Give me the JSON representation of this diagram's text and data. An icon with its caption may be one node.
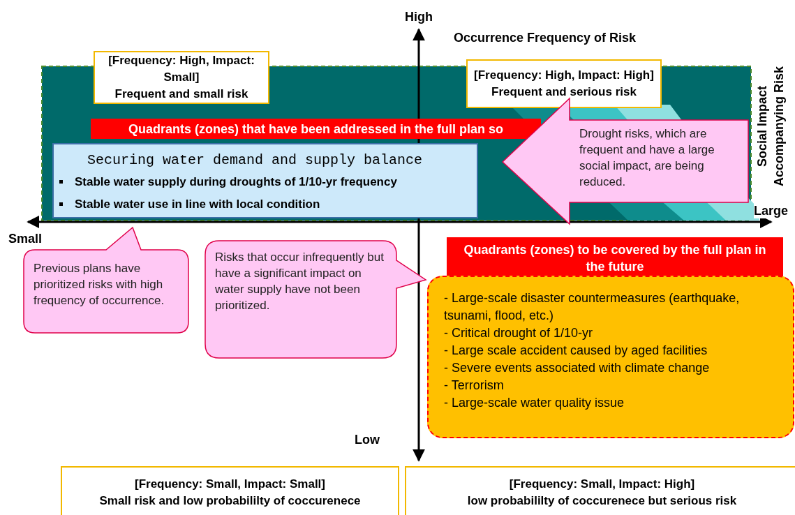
{
  "diagram": {
    "nodes": [
      {
        "text": [
          "[Frequency: High, Impact: Small]",
          "Frequent and small risk"
        ]
      },
      {
        "text": [
          "[Frequency: High, Impact: High]",
          "Frequent and serious risk"
        ]
      },
      {
        "text": [
          "Quadrants (zones) that have been addressed in the full plan so"
        ]
      },
      {
        "text": [
          "Securing water demand and supply balance",
          "Stable water supply during droughts of 1/10-yr frequency",
          "Stable water use in line with local condition"
        ]
      },
      {
        "text": [
          "Drought risks, which are frequent and have a large social impact, are being reduced."
        ]
      },
      {
        "text": [
          "Previous plans have prioritized risks with high frequency of occurrence."
        ]
      },
      {
        "text": [
          "Risks that occur infrequently but have a significant impact on water supply have not been prioritized."
        ]
      },
      {
        "text": [
          "Quadrants (zones) to be covered by the full plan in the future"
        ]
      },
      {
        "text": [
          "- Large-scale disaster countermeasures (earthquake, tsunami, flood, etc.)",
          "- Critical drought of 1/10-yr",
          "- Large scale accident caused by aged facilities",
          "- Severe events associated with climate change",
          "- Terrorism",
          "- Large-scale water quality issue"
        ]
      },
      {
        "text": [
          "[Frequency: Small, Impact: Small]",
          "Small risk and low probabililty of coccurenece"
        ]
      },
      {
        "text": [
          "[Frequency: Small, Impact: High]",
          "low probabililty of coccurenece but serious risk"
        ]
      }
    ],
    "edges": [],
    "labels": [
      "High",
      "Occurrence Frequency of Risk",
      "Social Impact Accompanying Risk",
      "Large",
      "Small",
      "Low"
    ]
  }
}
